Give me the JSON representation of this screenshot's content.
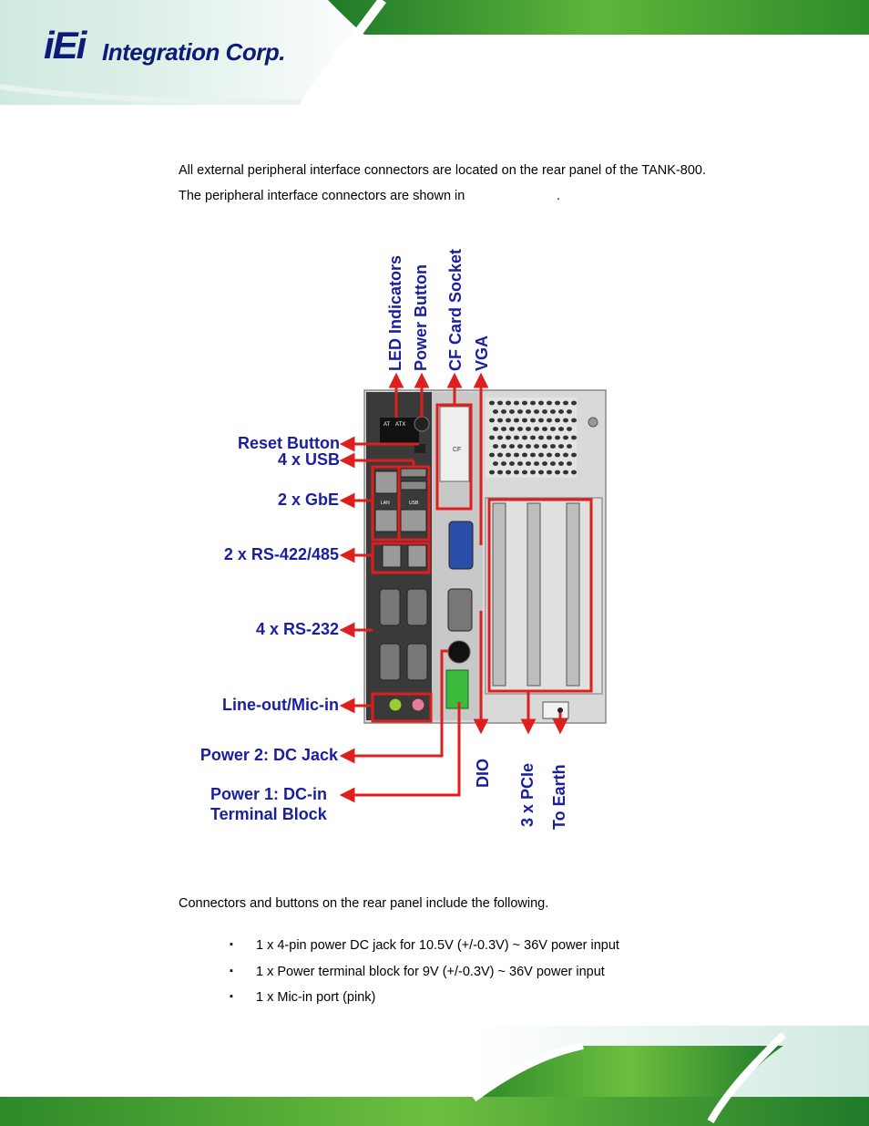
{
  "header": {
    "logo_mark": "iEi",
    "logo_text": "Integration Corp."
  },
  "intro": {
    "line1": "All external peripheral interface connectors are located on the rear panel of the TANK-800.",
    "line2_prefix": "The peripheral interface connectors are shown in",
    "line2_suffix": "."
  },
  "figure": {
    "labels_top": [
      "LED Indicators",
      "Power Button",
      "CF Card Socket",
      "VGA"
    ],
    "labels_left": {
      "reset": "Reset Button",
      "usb": "4 x USB",
      "gbe": "2 x GbE",
      "rs422": "2 x RS-422/485",
      "rs232": "4 x RS-232",
      "audio": "Line-out/Mic-in",
      "power2": "Power 2: DC Jack",
      "power1_line1": "Power 1: DC-in",
      "power1_line2": "Terminal Block"
    },
    "labels_bottom": [
      "DIO",
      "3 x PCIe",
      "To Earth"
    ],
    "panel_text": {
      "at": "AT",
      "atx": "ATX",
      "cf": "CF",
      "lan": "LAN",
      "usb": "USB"
    },
    "colors": {
      "callout": "#e01e1e",
      "label": "#1a1ea0",
      "chassis": "#d9d9d9"
    }
  },
  "list_intro": "Connectors and buttons on the rear panel include the following.",
  "bullets": [
    "1 x 4-pin power DC jack for 10.5V (+/-0.3V) ~ 36V power input",
    "1 x Power terminal block for 9V (+/-0.3V) ~ 36V power input",
    "1 x Mic-in port (pink)"
  ],
  "bullet_symbol": "▪"
}
